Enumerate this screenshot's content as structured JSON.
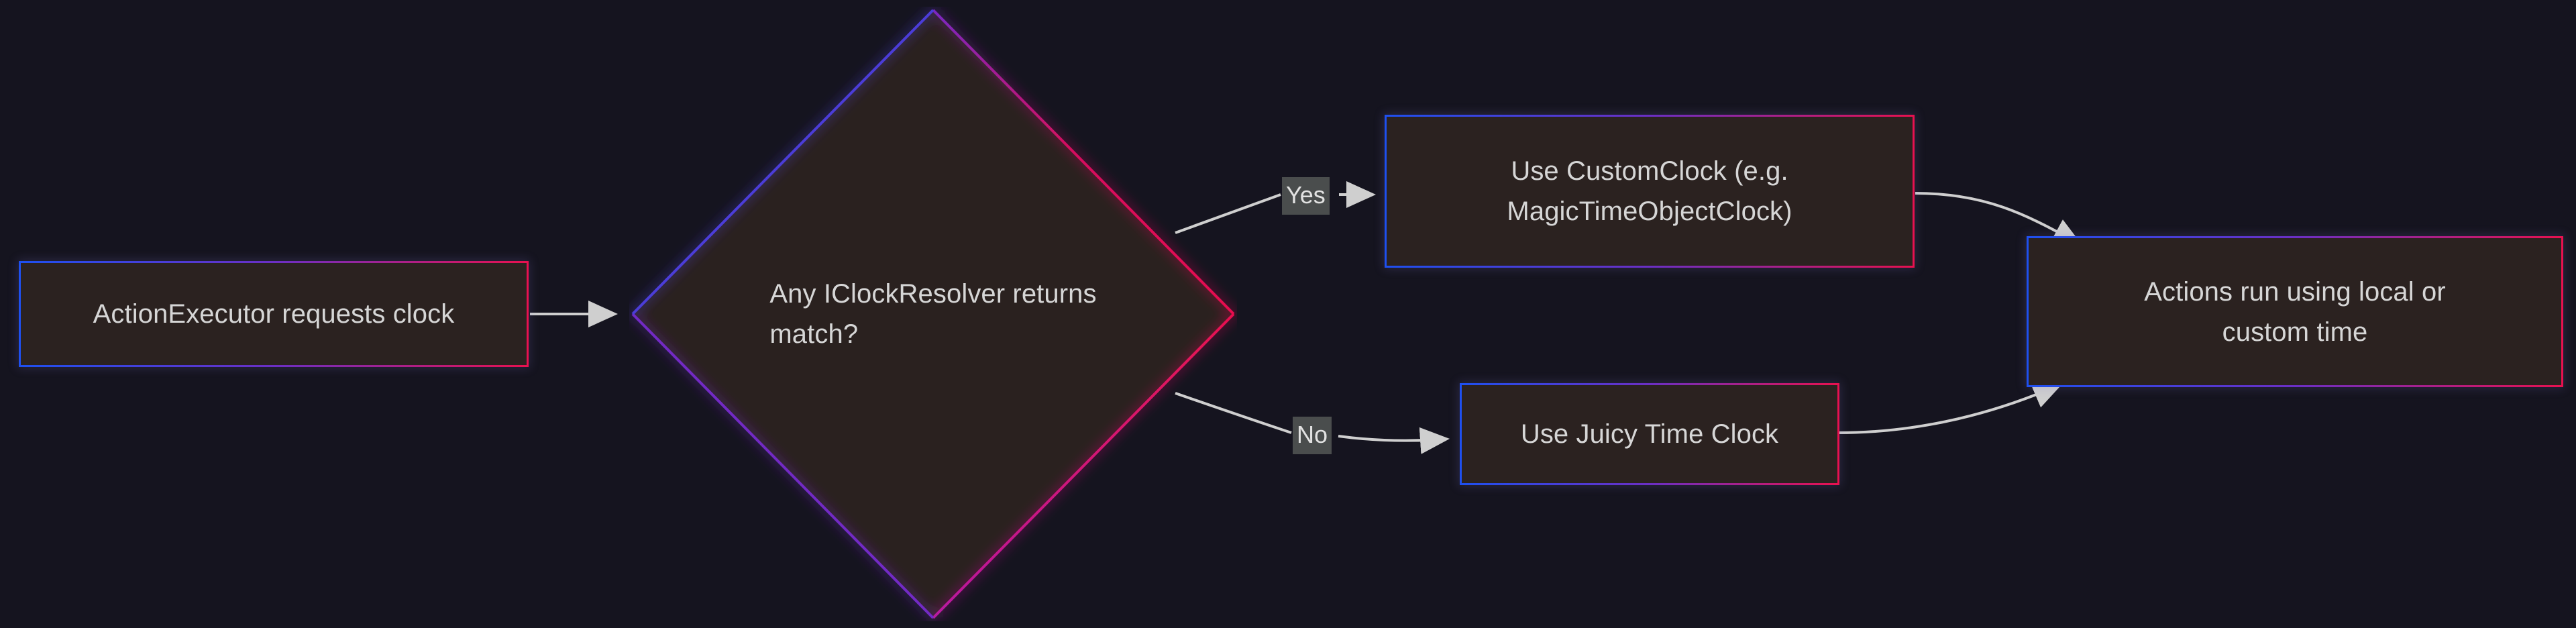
{
  "diagram": {
    "type": "flowchart",
    "direction": "left-to-right",
    "background_color": "#15141f",
    "node_fill_color": "#2b2220",
    "border_gradient_start": "#1e50f0",
    "border_gradient_end": "#e8114f",
    "text_color": "#d6d6d6",
    "edge_color": "#cccccc",
    "edge_label_background": "#4a4d4d"
  },
  "nodes": [
    {
      "id": "start",
      "shape": "rectangle",
      "label": "ActionExecutor requests clock"
    },
    {
      "id": "decision",
      "shape": "diamond",
      "label": "Any IClockResolver returns\nmatch?"
    },
    {
      "id": "custom",
      "shape": "rectangle",
      "label": "Use CustomClock (e.g.\nMagicTimeObjectClock)"
    },
    {
      "id": "juicy",
      "shape": "rectangle",
      "label": "Use Juicy Time Clock"
    },
    {
      "id": "result",
      "shape": "rectangle",
      "label": "Actions run using local or\ncustom time"
    }
  ],
  "edges": [
    {
      "id": "e1",
      "from": "start",
      "to": "decision",
      "label": ""
    },
    {
      "id": "e2",
      "from": "decision",
      "to": "custom",
      "label": "Yes"
    },
    {
      "id": "e3",
      "from": "decision",
      "to": "juicy",
      "label": "No"
    },
    {
      "id": "e4",
      "from": "custom",
      "to": "result",
      "label": ""
    },
    {
      "id": "e5",
      "from": "juicy",
      "to": "result",
      "label": ""
    }
  ]
}
